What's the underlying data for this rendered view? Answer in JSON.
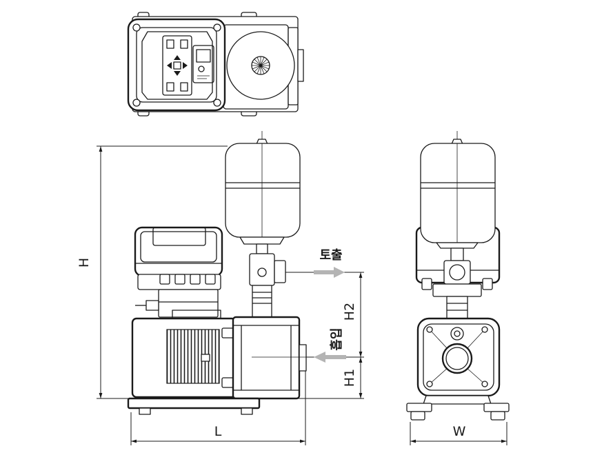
{
  "labels": {
    "discharge": "토출",
    "suction": "흡입",
    "height_total": "H",
    "height_discharge": "H2",
    "height_suction": "H1",
    "length": "L",
    "width": "W"
  }
}
